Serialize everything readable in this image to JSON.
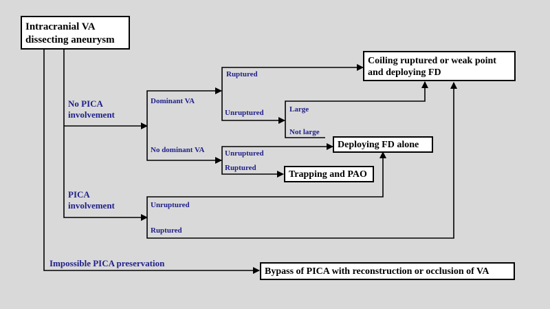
{
  "nodes": {
    "start": [
      "Intracranial VA",
      "dissecting aneurysm"
    ],
    "coiling": [
      "Coiling ruptured or weak point",
      "and deploying FD"
    ],
    "fd_alone": "Deploying FD alone",
    "trapping": "Trapping and PAO",
    "bypass": "Bypass of PICA with reconstruction or occlusion of VA"
  },
  "labels": {
    "no_pica": [
      "No PICA",
      "involvement"
    ],
    "pica": [
      "PICA",
      "involvement"
    ],
    "impossible": "Impossible PICA preservation",
    "dominant": "Dominant VA",
    "no_dominant": "No dominant VA",
    "ruptured_1": "Ruptured",
    "unruptured_1": "Unruptured",
    "large": "Large",
    "not_large": "Not large",
    "unruptured_2": "Unruptured",
    "ruptured_2": "Ruptured",
    "unruptured_3": "Unruptured",
    "ruptured_3": "Ruptured"
  },
  "colors": {
    "background": "#d9d9d9",
    "label_text": "#1f1f8a",
    "lines": "#000000"
  }
}
